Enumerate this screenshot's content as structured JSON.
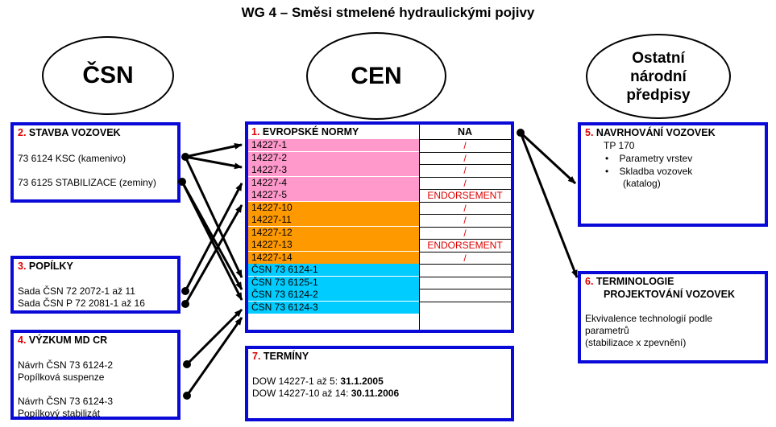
{
  "title": "WG 4 – Směsi stmelené hydraulickými pojivy",
  "ellipses": {
    "csn": "ČSN",
    "cen": "CEN",
    "ostatni": [
      "Ostatní",
      "národní",
      "předpisy"
    ]
  },
  "box2": {
    "num": "2.",
    "title": "STAVBA VOZOVEK",
    "lines": [
      "73 6124 KSC (kamenivo)",
      "73 6125 STABILIZACE (zeminy)"
    ]
  },
  "box3": {
    "num": "3.",
    "title": "POPÍLKY",
    "lines": [
      "Sada ČSN 72 2072-1 až 11",
      "Sada ČSN P 72 2081-1 až 16"
    ]
  },
  "box4": {
    "num": "4.",
    "title": "VÝZKUM MD CR",
    "lines": [
      "Návrh ČSN 73 6124-2",
      "Popílková suspenze",
      "Návrh ČSN 73 6124-3",
      "Popílkový stabilizát"
    ]
  },
  "box1": {
    "num": "1.",
    "title": "EVROPSKÉ NORMY",
    "na_header": "NA",
    "rows": [
      {
        "label": "14227-1",
        "na": "/"
      },
      {
        "label": "14227-2",
        "na": "/"
      },
      {
        "label": "14227-3",
        "na": "/"
      },
      {
        "label": "14227-4",
        "na": "/"
      },
      {
        "label": "14227-5",
        "na": "ENDORSEMENT"
      },
      {
        "label": "14227-10",
        "na": "/"
      },
      {
        "label": "14227-11",
        "na": "/"
      },
      {
        "label": "14227-12",
        "na": "/"
      },
      {
        "label": "14227-13",
        "na": "ENDORSEMENT"
      },
      {
        "label": "14227-14",
        "na": "/"
      },
      {
        "label": "ČSN 73 6124-1",
        "na": ""
      },
      {
        "label": "ČSN 73 6125-1",
        "na": ""
      },
      {
        "label": "ČSN 73 6124-2",
        "na": ""
      },
      {
        "label": "ČSN 73 6124-3",
        "na": ""
      }
    ],
    "colors": {
      "pink": "#ff99cc",
      "orange": "#ff9900",
      "cyan": "#00ccff"
    }
  },
  "box7": {
    "num": "7.",
    "title": "TERMÍNY",
    "lines": [
      {
        "text": "DOW 14227-1 až 5: ",
        "date": "31.1.2005"
      },
      {
        "text": "DOW 14227-10 až 14: ",
        "date": "30.11.2006"
      }
    ]
  },
  "box5": {
    "num": "5.",
    "title": "NAVRHOVÁNÍ VOZOVEK",
    "sub": "TP 170",
    "bullets": [
      "Parametry vrstev",
      "Skladba vozovek",
      "(katalog)"
    ]
  },
  "box6": {
    "num": "6.",
    "title1": "TERMINOLOGIE",
    "title2": "PROJEKTOVÁNÍ VOZOVEK",
    "lines": [
      "Ekvivalence technologií podle",
      "parametrů",
      "(stabilizace x zpevnění)"
    ]
  },
  "accent": "#0a0ad8"
}
